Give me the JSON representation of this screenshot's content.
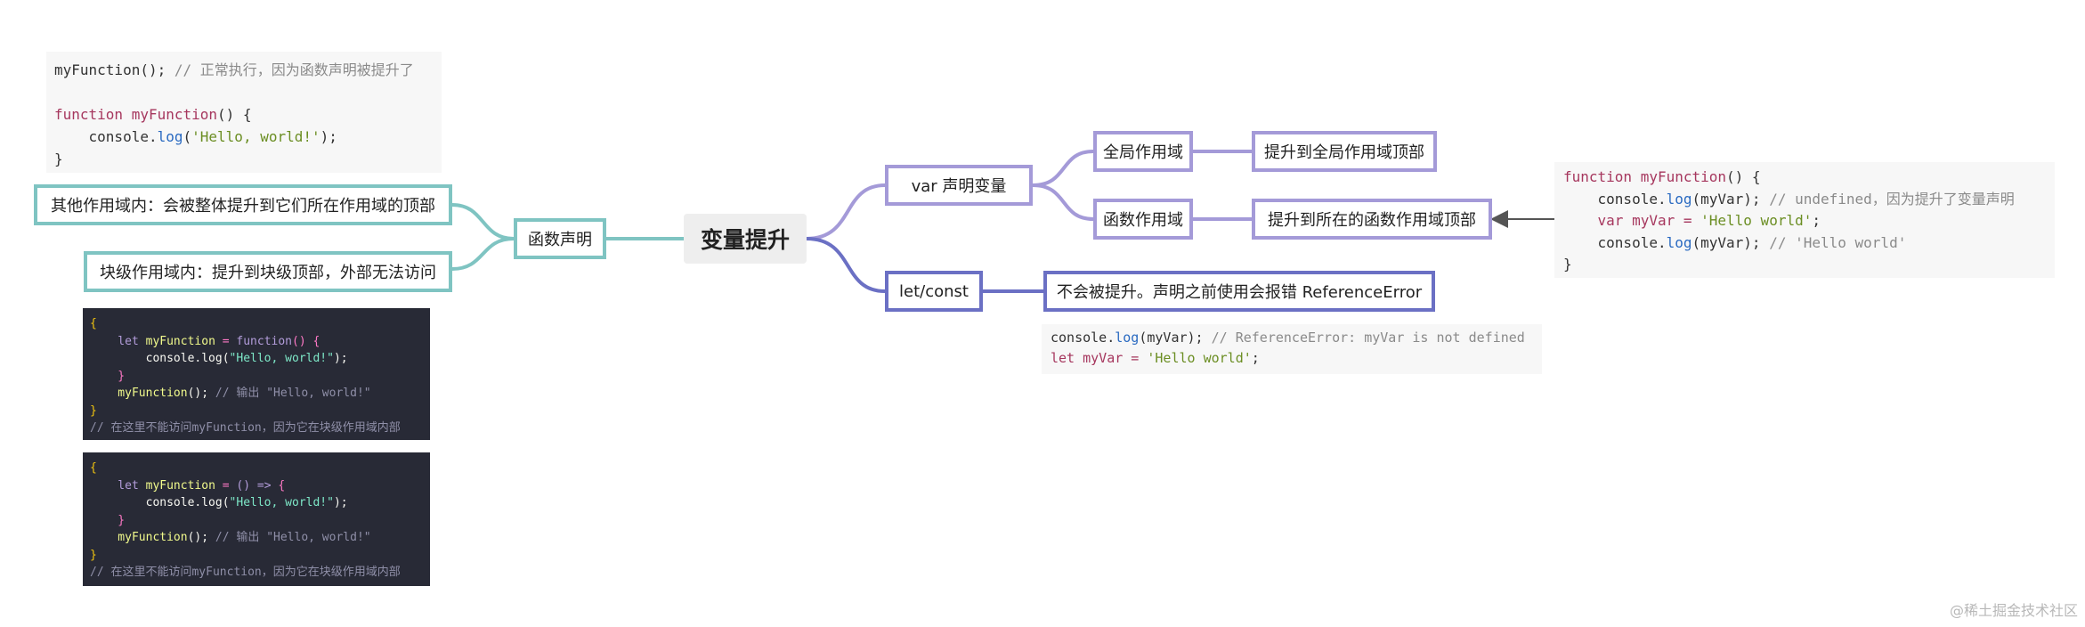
{
  "center": {
    "label": "变量提升"
  },
  "left": {
    "function_decl": {
      "label": "函数声明"
    },
    "other_scope": {
      "label": "其他作用域内：会被整体提升到它们所在作用域的顶部"
    },
    "block_scope": {
      "label": "块级作用域内：提升到块级顶部，外部无法访问"
    }
  },
  "right": {
    "var_decl": {
      "label": "var 声明变量"
    },
    "global_scope": {
      "label": "全局作用域"
    },
    "func_scope": {
      "label": "函数作用域"
    },
    "hoist_global": {
      "label": "提升到全局作用域顶部"
    },
    "hoist_func": {
      "label": "提升到所在的函数作用域顶部"
    },
    "let_const": {
      "label": "let/const"
    },
    "no_hoist": {
      "label": "不会被提升。声明之前使用会报错 ReferenceError"
    }
  },
  "code_top_left": {
    "line1_code": "myFunction(); ",
    "line1_comment": "// 正常执行，因为函数声明被提升了",
    "line3_kw": "function ",
    "line3_name": "myFunction",
    "line3_rest": "() {",
    "line4_pre": "    console.",
    "line4_method": "log",
    "line4_open": "(",
    "line4_str": "'Hello, world!'",
    "line4_close": ");",
    "line5": "}"
  },
  "code_dark1": {
    "l1": "{",
    "l2_kw": "    let ",
    "l2_name": "myFunction",
    "l2_eq": " = ",
    "l2_fn": "function",
    "l2_par": "()",
    "l2_br": " {",
    "l3_pre": "        console.log(",
    "l3_str": "\"Hello, world!\"",
    "l3_end": ");",
    "l4": "    }",
    "l5_call": "    myFunction",
    "l5_rest": "(); ",
    "l5_cm": "// 输出 \"Hello, world!\"",
    "l6": "}",
    "l7": "// 在这里不能访问myFunction，因为它在块级作用域内部"
  },
  "code_dark2": {
    "l1": "{",
    "l2_kw": "    let ",
    "l2_name": "myFunction",
    "l2_eq": " = ",
    "l2_par": "() => ",
    "l2_br": "{",
    "l3_pre": "        console.log(",
    "l3_str": "\"Hello, world!\"",
    "l3_end": ");",
    "l4": "    }",
    "l5_call": "    myFunction",
    "l5_rest": "(); ",
    "l5_cm": "// 输出 \"Hello, world!\"",
    "l6": "}",
    "l7": "// 在这里不能访问myFunction，因为它在块级作用域内部"
  },
  "code_right": {
    "l1_kw": "function ",
    "l1_name": "myFunction",
    "l1_rest": "() {",
    "l2_pre": "    console.",
    "l2_m": "log",
    "l2_rest": "(myVar); ",
    "l2_cm": "// undefined，因为提升了变量声明",
    "l3_kw": "    var ",
    "l3_name": "myVar = ",
    "l3_str": "'Hello world'",
    "l3_end": ";",
    "l4_pre": "    console.",
    "l4_m": "log",
    "l4_rest": "(myVar); ",
    "l4_cm": "// 'Hello world'",
    "l5": "}"
  },
  "code_letconst": {
    "l1_pre": "console.",
    "l1_m": "log",
    "l1_rest": "(myVar); ",
    "l1_cm": "// ReferenceError: myVar is not defined",
    "l2_kw": "let ",
    "l2_name": "myVar = ",
    "l2_str": "'Hello world'",
    "l2_end": ";"
  },
  "watermark": "@稀土掘金技术社区",
  "colors": {
    "teal": "#7fc4c2",
    "purple": "#a49ad8",
    "indigo": "#6b70c4",
    "keyword": "#a6375e"
  }
}
